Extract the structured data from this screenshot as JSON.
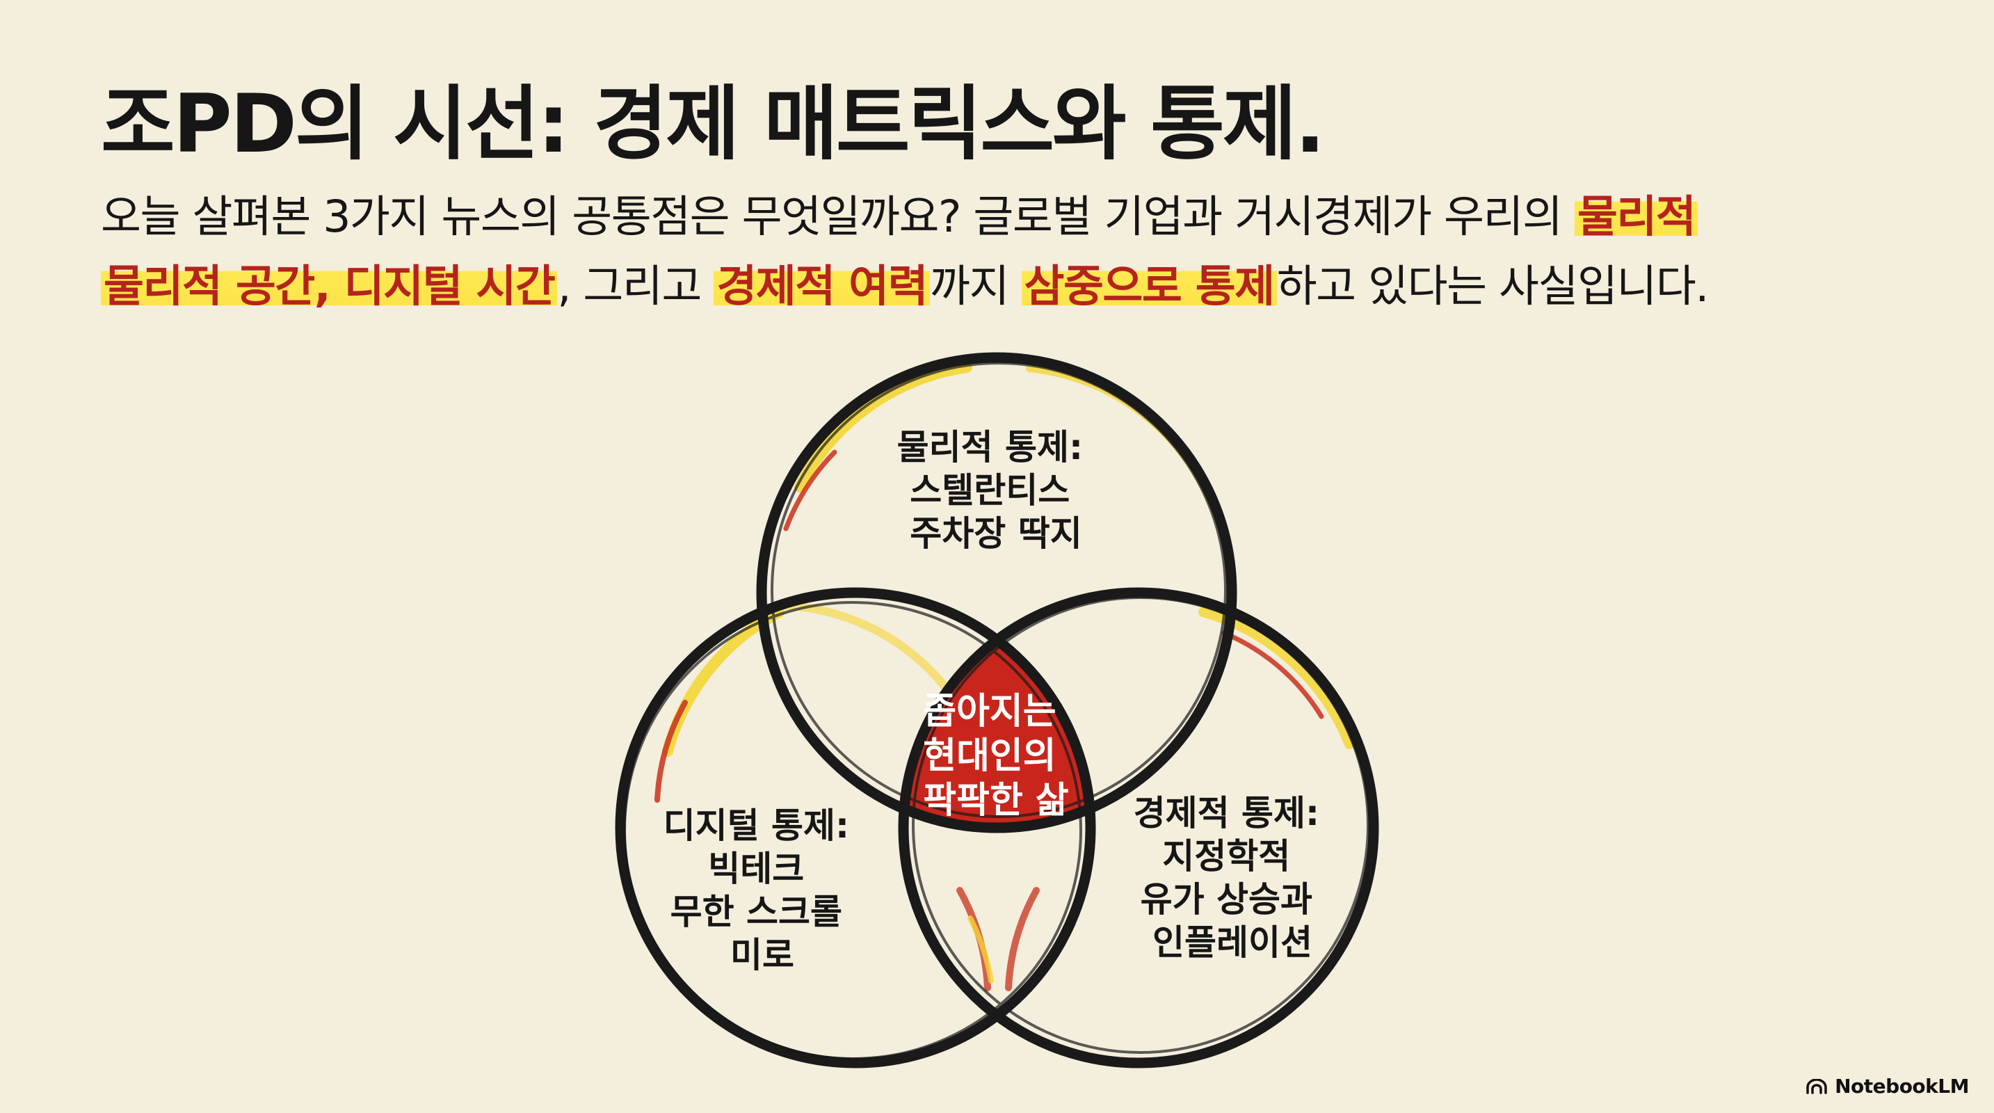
{
  "slide": {
    "title": "조PD의 시선: 경제 매트릭스와 통제.",
    "subtitle": {
      "line1": {
        "text": "오늘 살펴본 3가지 뉴스의 공통점은 무엇일까요? 글로벌 기업과 거시경제가 우리의 ",
        "highlight": "물리적"
      },
      "line2": {
        "h1": "물리적 공간, 디지털 시간",
        "t1": ", 그리고 ",
        "h2": "경제적 여력",
        "t2": "까지 ",
        "h3": "삼중으로 통제",
        "t3": "하고 있다는 사실입니다."
      }
    }
  },
  "venn": {
    "top": {
      "lines": [
        "물리적 통제:",
        "스텔란티스",
        "주차장 딱지"
      ]
    },
    "left": {
      "lines": [
        "디지털 통제:",
        "빅테크",
        "무한 스크롤",
        "미로"
      ]
    },
    "right": {
      "lines": [
        "경제적 통제:",
        "지정학적",
        "유가 상승과",
        "인플레이션"
      ]
    },
    "center": {
      "lines": [
        "좁아지는",
        "현대인의",
        "팍팍한 삶"
      ]
    }
  },
  "brand": {
    "name": "NotebookLM",
    "icon": "notebooklm-logo-icon"
  },
  "colors": {
    "background": "#f4eedd",
    "highlight_text": "#b4241c",
    "highlight_marker": "#ffe640",
    "center_fill": "#c8261c",
    "accent_yellow": "#f3d635",
    "accent_red": "#c8301c",
    "outline": "#1a1a1a"
  }
}
